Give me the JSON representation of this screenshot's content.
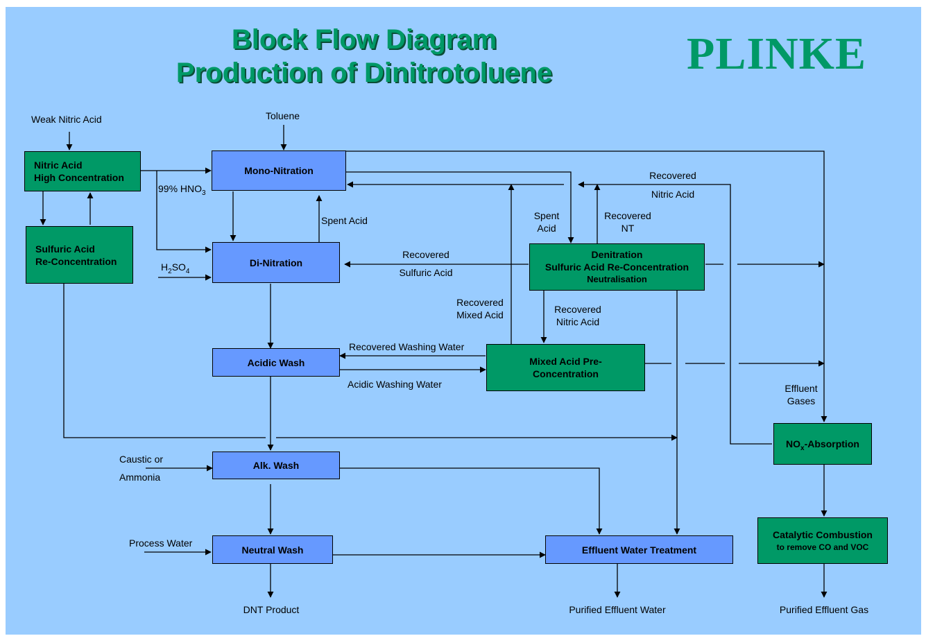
{
  "title": {
    "line1": "Block Flow Diagram",
    "line2": "Production of Dinitrotoluene"
  },
  "logo": "PLINKE",
  "blocks": {
    "nitric_acid_hc": {
      "line1": "Nitric Acid",
      "line2": "High Concentration"
    },
    "sulfuric_acid_rc": {
      "line1": "Sulfuric Acid",
      "line2": "Re-Concentration"
    },
    "mono_nitration": "Mono-Nitration",
    "di_nitration": "Di-Nitration",
    "acidic_wash": "Acidic Wash",
    "alk_wash": "Alk. Wash",
    "neutral_wash": "Neutral Wash",
    "denitration": {
      "line1": "Denitration",
      "line2": "Sulfuric Acid Re-Concentration",
      "line3": "Neutralisation"
    },
    "mixed_acid": {
      "line1": "Mixed Acid Pre-",
      "line2": "Concentration"
    },
    "effluent_water": "Effluent Water Treatment",
    "nox_absorption": {
      "prefix": "NO",
      "sub": "x",
      "suffix": "-Absorption"
    },
    "catalytic": {
      "line1": "Catalytic Combustion",
      "line2": "to remove CO and VOC"
    }
  },
  "labels": {
    "weak_nitric_acid": "Weak Nitric Acid",
    "toluene": "Toluene",
    "hno3": {
      "prefix": "99% HNO",
      "sub": "3"
    },
    "h2so4": {
      "a": "H",
      "sub1": "2",
      "b": "SO",
      "sub2": "4"
    },
    "spent_acid_1": "Spent Acid",
    "spent_acid_2": {
      "line1": "Spent",
      "line2": "Acid"
    },
    "recovered_nt": {
      "line1": "Recovered",
      "line2": "NT"
    },
    "recovered_nitric_top": {
      "line1": "Recovered",
      "line2": "Nitric Acid"
    },
    "recovered_sulfuric": {
      "line1": "Recovered",
      "line2": "Sulfuric Acid"
    },
    "recovered_mixed": {
      "line1": "Recovered",
      "line2": "Mixed Acid"
    },
    "recovered_nitric_mid": {
      "line1": "Recovered",
      "line2": "Nitric Acid"
    },
    "recovered_washing_water": "Recovered Washing Water",
    "acidic_washing_water": "Acidic Washing Water",
    "effluent_gases": {
      "line1": "Effluent",
      "line2": "Gases"
    },
    "caustic": {
      "line1": "Caustic or",
      "line2": "Ammonia"
    },
    "process_water": "Process Water",
    "dnt_product": "DNT Product",
    "purified_water": "Purified Effluent Water",
    "purified_gas": "Purified Effluent Gas"
  },
  "colors": {
    "background": "#99ccff",
    "process_block": "#6699ff",
    "utility_block": "#009966",
    "title": "#009966"
  }
}
